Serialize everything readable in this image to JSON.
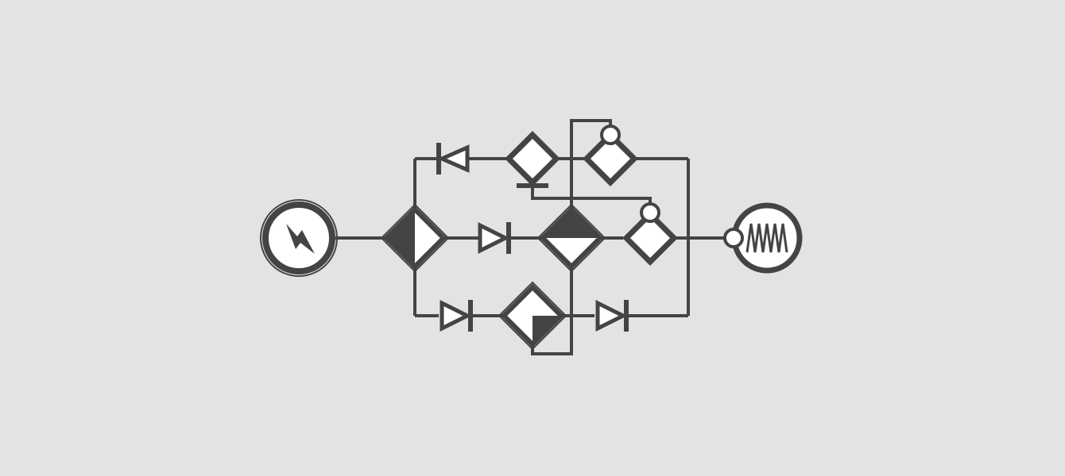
{
  "diagram": {
    "background_color": "#e3e3e3",
    "stroke_color": "#444444",
    "fill_color": "#ffffff",
    "components": [
      {
        "id": "source",
        "kind": "circle-source",
        "icon": "lightning-bolt-icon"
      },
      {
        "id": "diamond-left",
        "kind": "diamond",
        "fill": "left-half"
      },
      {
        "id": "diode-top-left",
        "kind": "diode",
        "direction": "left"
      },
      {
        "id": "diamond-top-mid",
        "kind": "diamond",
        "fill": "none",
        "marker": "bottom-bar"
      },
      {
        "id": "diamond-top-right",
        "kind": "diamond",
        "fill": "none",
        "marker": "top-circle"
      },
      {
        "id": "diode-mid",
        "kind": "diode",
        "direction": "right"
      },
      {
        "id": "diamond-center",
        "kind": "diamond",
        "fill": "top-half"
      },
      {
        "id": "diamond-mid-right",
        "kind": "diamond",
        "fill": "none",
        "marker": "top-circle"
      },
      {
        "id": "diode-bottom-left",
        "kind": "diode",
        "direction": "right"
      },
      {
        "id": "diamond-bottom",
        "kind": "diamond",
        "fill": "bottom-right-quarter"
      },
      {
        "id": "diode-bottom-right",
        "kind": "diode",
        "direction": "right"
      },
      {
        "id": "load",
        "kind": "circle-load",
        "icon": "coil-icon"
      }
    ]
  }
}
